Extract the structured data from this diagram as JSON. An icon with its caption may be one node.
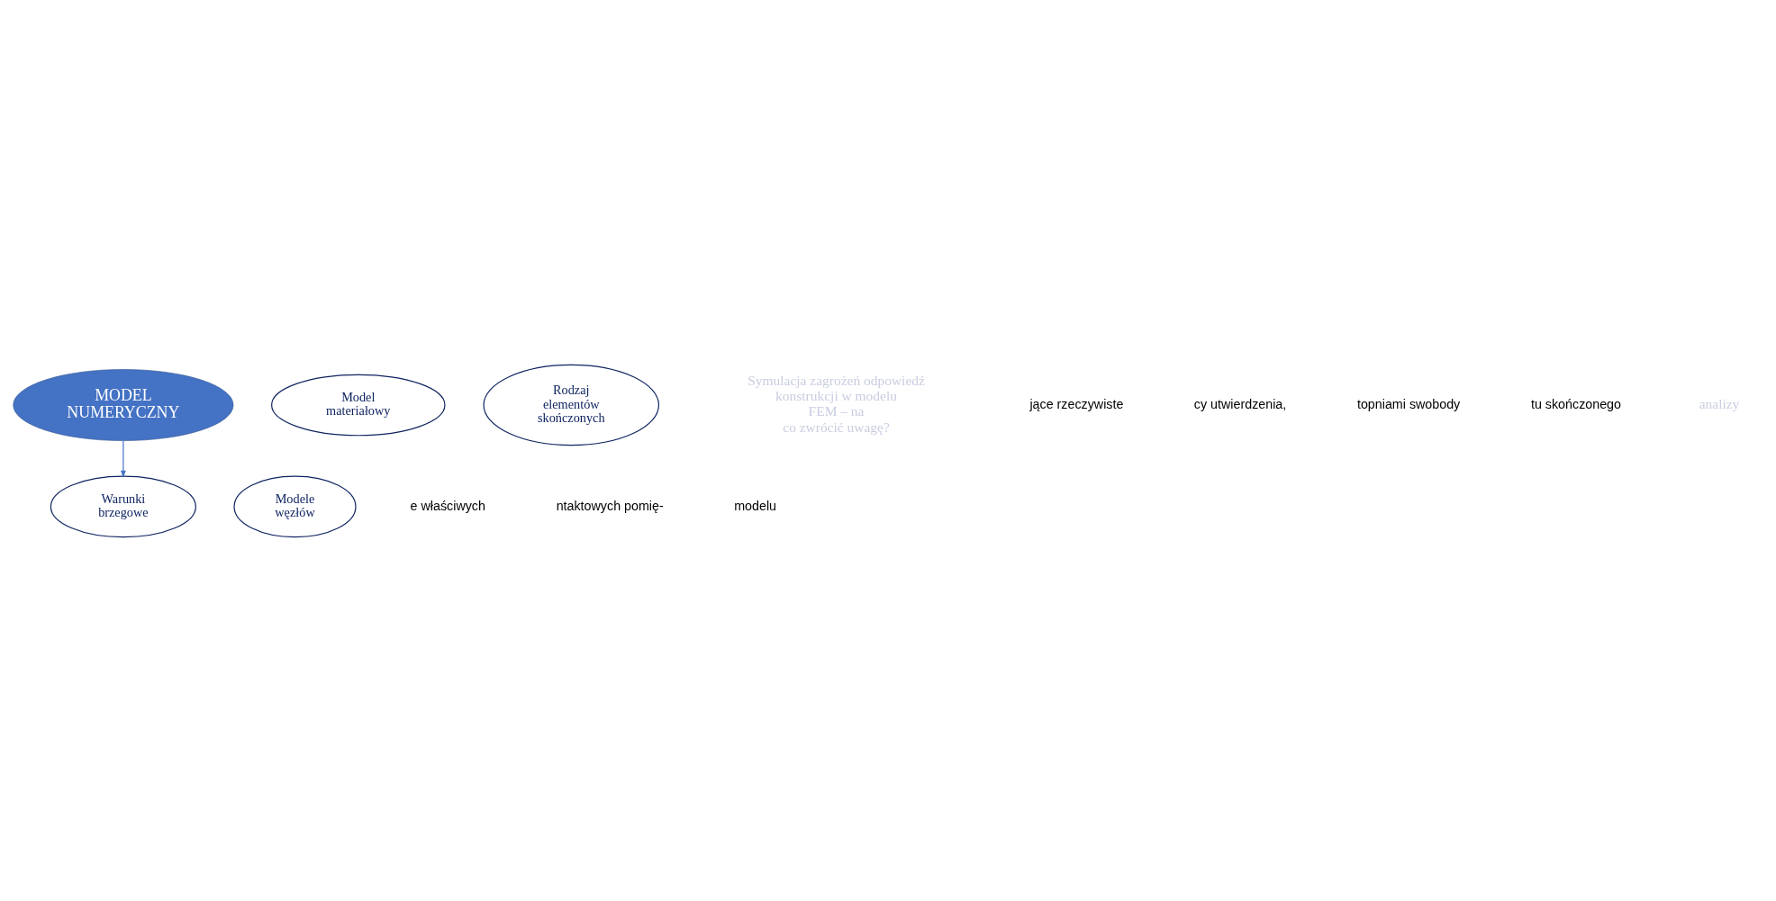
{
  "diagram": {
    "nodes": [
      {
        "text": [
          "MODEL NUMERYCZNY"
        ]
      },
      {
        "text": [
          "Model materiałowy"
        ]
      },
      {
        "text": [
          "Rodzaj elementów skończonych"
        ]
      },
      {
        "text": [
          "Warunki brzegowe"
        ]
      },
      {
        "text": [
          "Modele węzłów"
        ]
      }
    ],
    "edges": [
      {
        "from": 0,
        "to": 3,
        "arrow": "to",
        "color": "#4472c4"
      }
    ],
    "labels": [
      "Symulacja zagrożeń odpowiedź konstrukcji w modelu FEM – na co zwrócić uwagę?",
      "jące rzeczywiste",
      "cy utwierdzenia,",
      "topniami swobody",
      "tu skończonego",
      "analizy",
      "e właściwych",
      "ntaktowych pomię-",
      "modelu"
    ]
  }
}
